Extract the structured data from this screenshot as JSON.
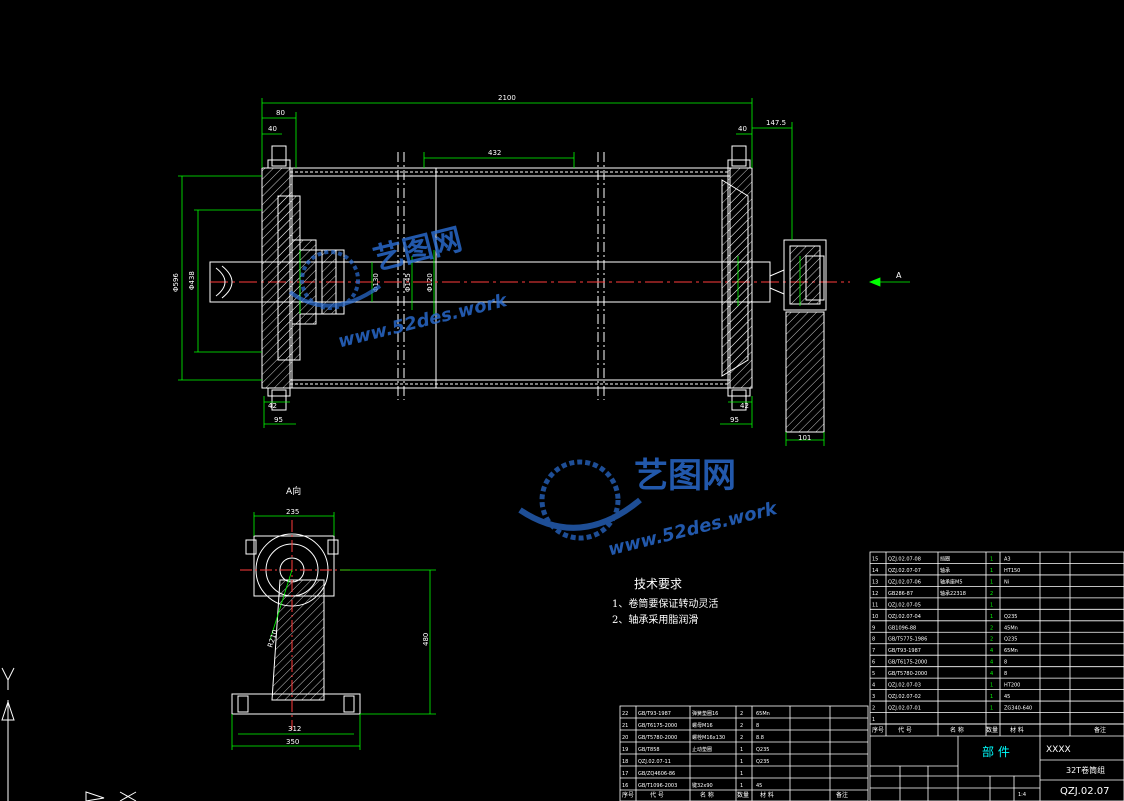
{
  "dimensions": {
    "overall_length": "2100",
    "left_flange_outer": "80",
    "left_flange_inner": "40",
    "right_flange": "40",
    "right_overhang": "147.5",
    "center_span": "432",
    "left_bottom_a": "42",
    "left_bottom_b": "95",
    "right_bottom_a": "42",
    "right_bottom_b": "95",
    "bracket_width": "101",
    "outer_dia": "Φ596",
    "inner_dia": "Φ438",
    "shaft_dia_a": "Φ130",
    "shaft_dia_b": "Φ145",
    "shaft_dia_c": "Φ120",
    "view_top": "235",
    "view_height": "480",
    "view_base_inner": "312",
    "view_base_outer": "350",
    "view_radius": "R210"
  },
  "labels": {
    "view_arrow": "A",
    "view_title": "A向"
  },
  "tech": {
    "title": "技术要求",
    "line1": "1、卷筒要保证转动灵活",
    "line2": "2、轴承采用脂润滑"
  },
  "watermark": {
    "brand": "艺图网",
    "url": "www.52des.work"
  },
  "bom_right": {
    "rows": [
      {
        "no": "15",
        "code": "QZJ.02.07-08",
        "name": "挡圈",
        "qty": "1",
        "mat": "A3"
      },
      {
        "no": "14",
        "code": "QZJ.02.07-07",
        "name": "轴承",
        "qty": "1",
        "mat": "HT150"
      },
      {
        "no": "13",
        "code": "QZJ.02.07-06",
        "name": "轴承座M5",
        "qty": "1",
        "mat": "Ni"
      },
      {
        "no": "12",
        "code": "GB286-87",
        "name": "轴承22318",
        "qty": "2",
        "mat": ""
      },
      {
        "no": "11",
        "code": "QZJ.02.07-05",
        "name": "",
        "qty": "1",
        "mat": ""
      },
      {
        "no": "10",
        "code": "QZJ.02.07-04",
        "name": "",
        "qty": "1",
        "mat": "Q235"
      },
      {
        "no": "9",
        "code": "GB1096-88",
        "name": "",
        "qty": "2",
        "mat": "45Mn"
      },
      {
        "no": "8",
        "code": "GB/T5775-1986",
        "name": "",
        "qty": "2",
        "mat": "Q235"
      },
      {
        "no": "7",
        "code": "GB/T93-1987",
        "name": "",
        "qty": "4",
        "mat": "65Mn"
      },
      {
        "no": "6",
        "code": "GB/T6175-2000",
        "name": "",
        "qty": "4",
        "mat": "8"
      },
      {
        "no": "5",
        "code": "GB/T5780-2000",
        "name": "",
        "qty": "4",
        "mat": "8"
      },
      {
        "no": "4",
        "code": "QZJ.02.07-03",
        "name": "",
        "qty": "1",
        "mat": "HT200"
      },
      {
        "no": "3",
        "code": "QZJ.02.07-02",
        "name": "",
        "qty": "1",
        "mat": "45"
      },
      {
        "no": "2",
        "code": "QZJ.02.07-01",
        "name": "",
        "qty": "1",
        "mat": "ZG340-640"
      },
      {
        "no": "1",
        "code": "",
        "name": "",
        "qty": "",
        "mat": ""
      }
    ],
    "header": {
      "no": "序号",
      "code": "代 号",
      "name": "名 称",
      "qty": "数量",
      "mat": "材 料",
      "note": "备注"
    },
    "title_label": "部 件",
    "company": "XXXX",
    "drawing_name": "32T卷筒组",
    "drawing_no": "QZJ.02.07",
    "scale": "1:4"
  },
  "bom_left": {
    "rows": [
      {
        "no": "22",
        "code": "GB/T93-1987",
        "name": "弹簧垫圈16",
        "qty": "2",
        "mat": "65Mn"
      },
      {
        "no": "21",
        "code": "GB/T6175-2000",
        "name": "螺母M16",
        "qty": "2",
        "mat": "8"
      },
      {
        "no": "20",
        "code": "GB/T5780-2000",
        "name": "螺栓M16x130",
        "qty": "2",
        "mat": "8.8"
      },
      {
        "no": "19",
        "code": "GB/T858",
        "name": "止动垫圈",
        "qty": "1",
        "mat": "Q235"
      },
      {
        "no": "18",
        "code": "QZJ.02.07-11",
        "name": "",
        "qty": "1",
        "mat": "Q235"
      },
      {
        "no": "17",
        "code": "GB/ZQ4606-86",
        "name": "",
        "qty": "1",
        "mat": ""
      },
      {
        "no": "16",
        "code": "GB/T1096-2003",
        "name": "键32x90",
        "qty": "1",
        "mat": "45"
      }
    ],
    "header": {
      "no": "序号",
      "code": "代 号",
      "name": "名 称",
      "qty": "数量",
      "mat": "材 料",
      "note": "备注"
    }
  },
  "colors": {
    "line": "#ffffff",
    "dim": "#00ff00",
    "center": "#ff3b3b",
    "accent": "#00ffff",
    "watermark": "#2b6fd6"
  }
}
